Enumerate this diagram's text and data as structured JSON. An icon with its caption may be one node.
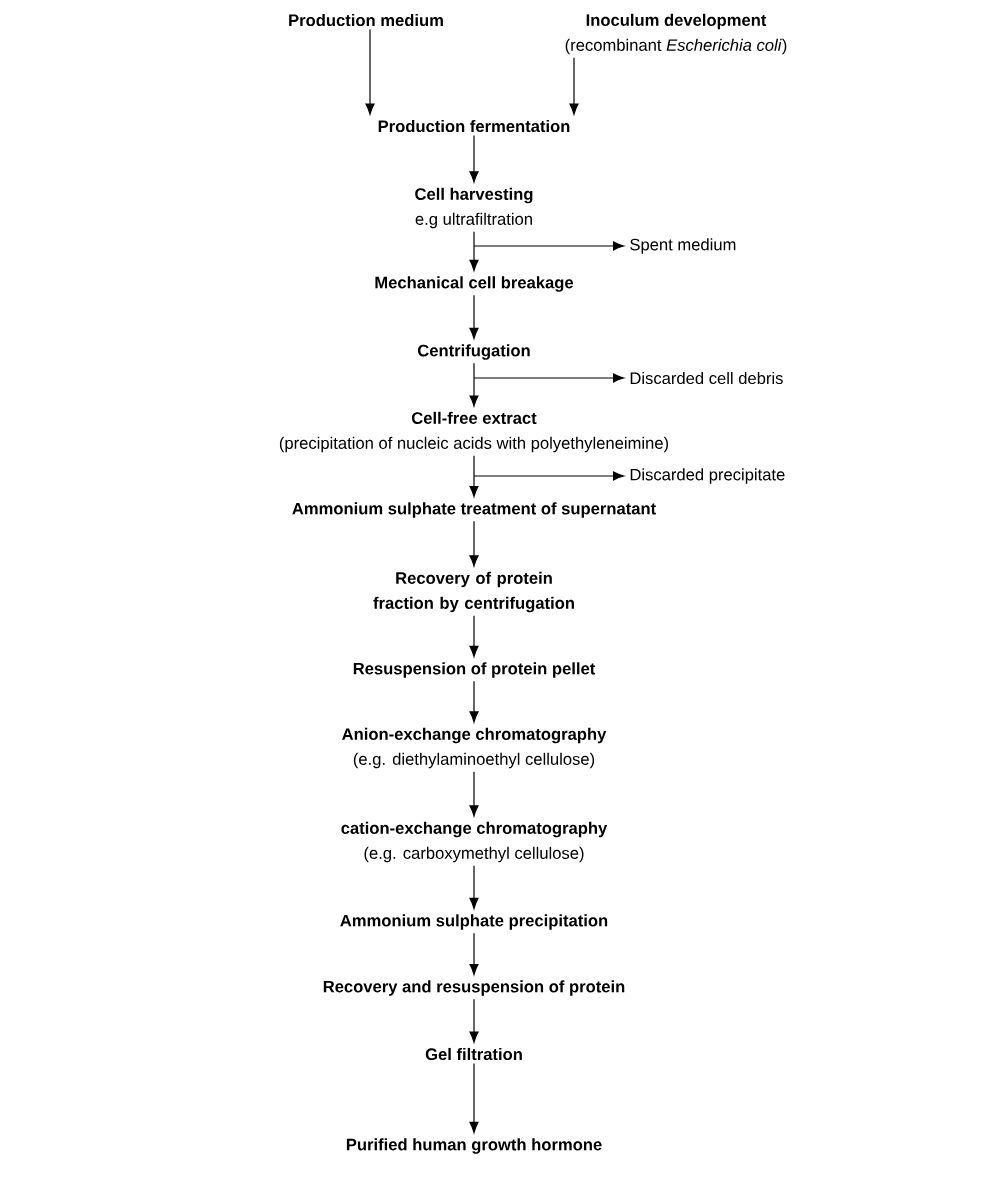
{
  "diagram": {
    "nodes": [
      {
        "text": [
          "Production medium"
        ]
      },
      {
        "text": [
          "Inoculum development",
          "(recombinant *Escherichia coli*)"
        ]
      },
      {
        "text": [
          "Production fermentation"
        ]
      },
      {
        "text": [
          "Cell harvesting",
          "e.g ultrafiltration"
        ]
      },
      {
        "text": [
          "Spent medium"
        ]
      },
      {
        "text": [
          "Mechanical cell breakage"
        ]
      },
      {
        "text": [
          "Centrifugation"
        ]
      },
      {
        "text": [
          "Discarded cell debris"
        ]
      },
      {
        "text": [
          "Cell-free extract",
          "(precipitation of nucleic acids with polyethyleneimine)"
        ]
      },
      {
        "text": [
          "Discarded precipitate"
        ]
      },
      {
        "text": [
          "Ammonium sulphate treatment of supernatant"
        ]
      },
      {
        "text": [
          "Recovery of protein fraction by centrifugation"
        ]
      },
      {
        "text": [
          "Resuspension of protein pellet"
        ]
      },
      {
        "text": [
          "Anion-exchange chromatography",
          "(e.g. diethylaminoethyl cellulose)"
        ]
      },
      {
        "text": [
          "cation-exchange chromatography",
          "(e.g. carboxymethyl cellulose)"
        ]
      },
      {
        "text": [
          "Ammonium sulphate precipitation"
        ]
      },
      {
        "text": [
          "Recovery and resuspension of protein"
        ]
      },
      {
        "text": [
          "Gel filtration"
        ]
      },
      {
        "text": [
          "Purified human growth hormone"
        ]
      }
    ],
    "edges": [
      {
        "from": 0,
        "to": 2,
        "arrow": "to"
      },
      {
        "from": 1,
        "to": 2,
        "arrow": "to"
      },
      {
        "from": 2,
        "to": 3,
        "arrow": "to"
      },
      {
        "from": 3,
        "to": 5,
        "arrow": "to"
      },
      {
        "from": 3,
        "to": 4,
        "arrow": "to"
      },
      {
        "from": 5,
        "to": 6,
        "arrow": "to"
      },
      {
        "from": 6,
        "to": 8,
        "arrow": "to"
      },
      {
        "from": 6,
        "to": 7,
        "arrow": "to"
      },
      {
        "from": 8,
        "to": 10,
        "arrow": "to"
      },
      {
        "from": 8,
        "to": 9,
        "arrow": "to"
      },
      {
        "from": 10,
        "to": 11,
        "arrow": "to"
      },
      {
        "from": 11,
        "to": 12,
        "arrow": "to"
      },
      {
        "from": 12,
        "to": 13,
        "arrow": "to"
      },
      {
        "from": 13,
        "to": 14,
        "arrow": "to"
      },
      {
        "from": 14,
        "to": 15,
        "arrow": "to"
      },
      {
        "from": 15,
        "to": 16,
        "arrow": "to"
      },
      {
        "from": 16,
        "to": 17,
        "arrow": "to"
      },
      {
        "from": 17,
        "to": 18,
        "arrow": "to"
      }
    ]
  }
}
